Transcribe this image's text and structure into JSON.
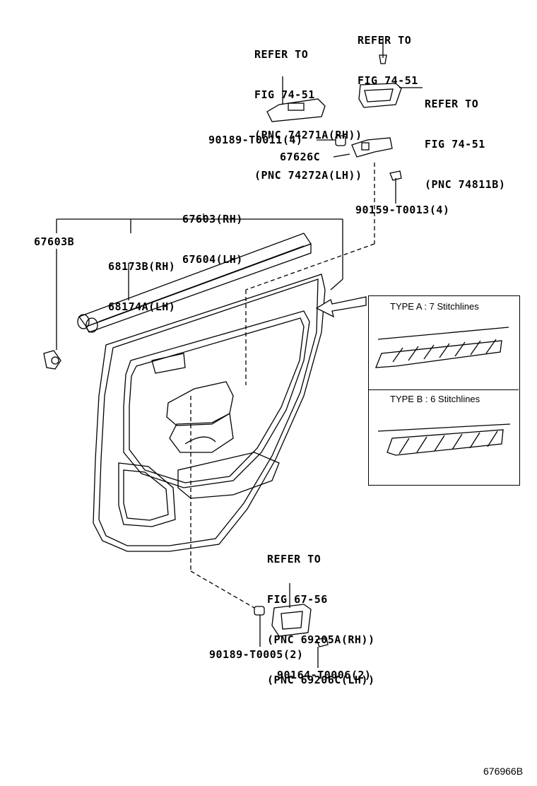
{
  "labels": {
    "refer_top_right": [
      "REFER TO",
      "FIG 74-51"
    ],
    "refer_switch": [
      "REFER TO",
      "FIG 74-51",
      "(PNC 74271A(RH))",
      "(PNC 74272A(LH))"
    ],
    "refer_cup": [
      "REFER TO",
      "FIG 74-51",
      "(PNC 74811B)"
    ],
    "part_90189_t0011": "90189-T0011(4)",
    "part_67626c": "67626C",
    "part_90159_t0013": "90159-T0013(4)",
    "part_trim_rh": "67603(RH)",
    "part_trim_lh": "67604(LH)",
    "part_67603b": "67603B",
    "part_weatherstrip_rh": "68173B(RH)",
    "part_weatherstrip_lh": "68174A(LH)",
    "refer_handle": [
      "REFER TO",
      "FIG 67-56",
      "(PNC 69205A(RH))",
      "(PNC 69206C(LH))"
    ],
    "part_90189_t0005": "90189-T0005(2)",
    "part_90164_t0006": "90164-T0006(2)",
    "diagram_id": "676966B"
  },
  "inset": {
    "type_a": "TYPE A : 7 Stitchlines",
    "type_b": "TYPE B : 6 Stitchlines"
  }
}
